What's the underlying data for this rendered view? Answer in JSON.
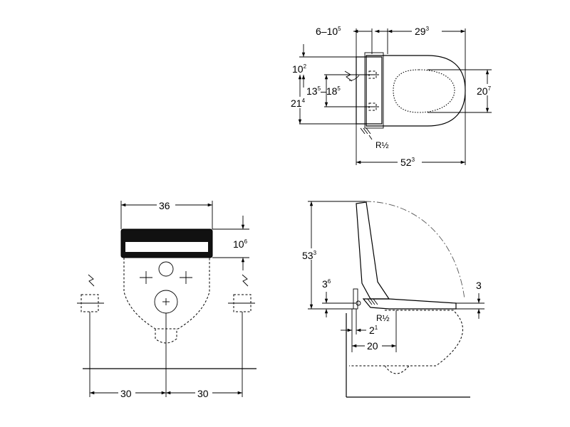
{
  "top_view": {
    "dim_6_105": {
      "base": "6–10",
      "sup": "5"
    },
    "dim_29_3": {
      "base": "29",
      "sup": "3"
    },
    "dim_10_2": {
      "base": "10",
      "sup": "2"
    },
    "dim_135_185": {
      "base1": "13",
      "sup1": "5",
      "sep": "–18",
      "sup2": "5"
    },
    "dim_21_4": {
      "base": "21",
      "sup": "4"
    },
    "dim_20_7": {
      "base": "20",
      "sup": "7"
    },
    "dim_52_3": {
      "base": "52",
      "sup": "3"
    },
    "pipe_label": "R½"
  },
  "front_view": {
    "dim_36": "36",
    "dim_10_6": {
      "base": "10",
      "sup": "6"
    },
    "dim_30_left": "30",
    "dim_30_right": "30"
  },
  "side_view": {
    "dim_53_3": {
      "base": "53",
      "sup": "3"
    },
    "dim_3_6": {
      "base": "3",
      "sup": "6"
    },
    "dim_3": "3",
    "pipe_label": "R½",
    "dim_2_1": {
      "base": "2",
      "sup": "1"
    },
    "dim_20": "20"
  }
}
